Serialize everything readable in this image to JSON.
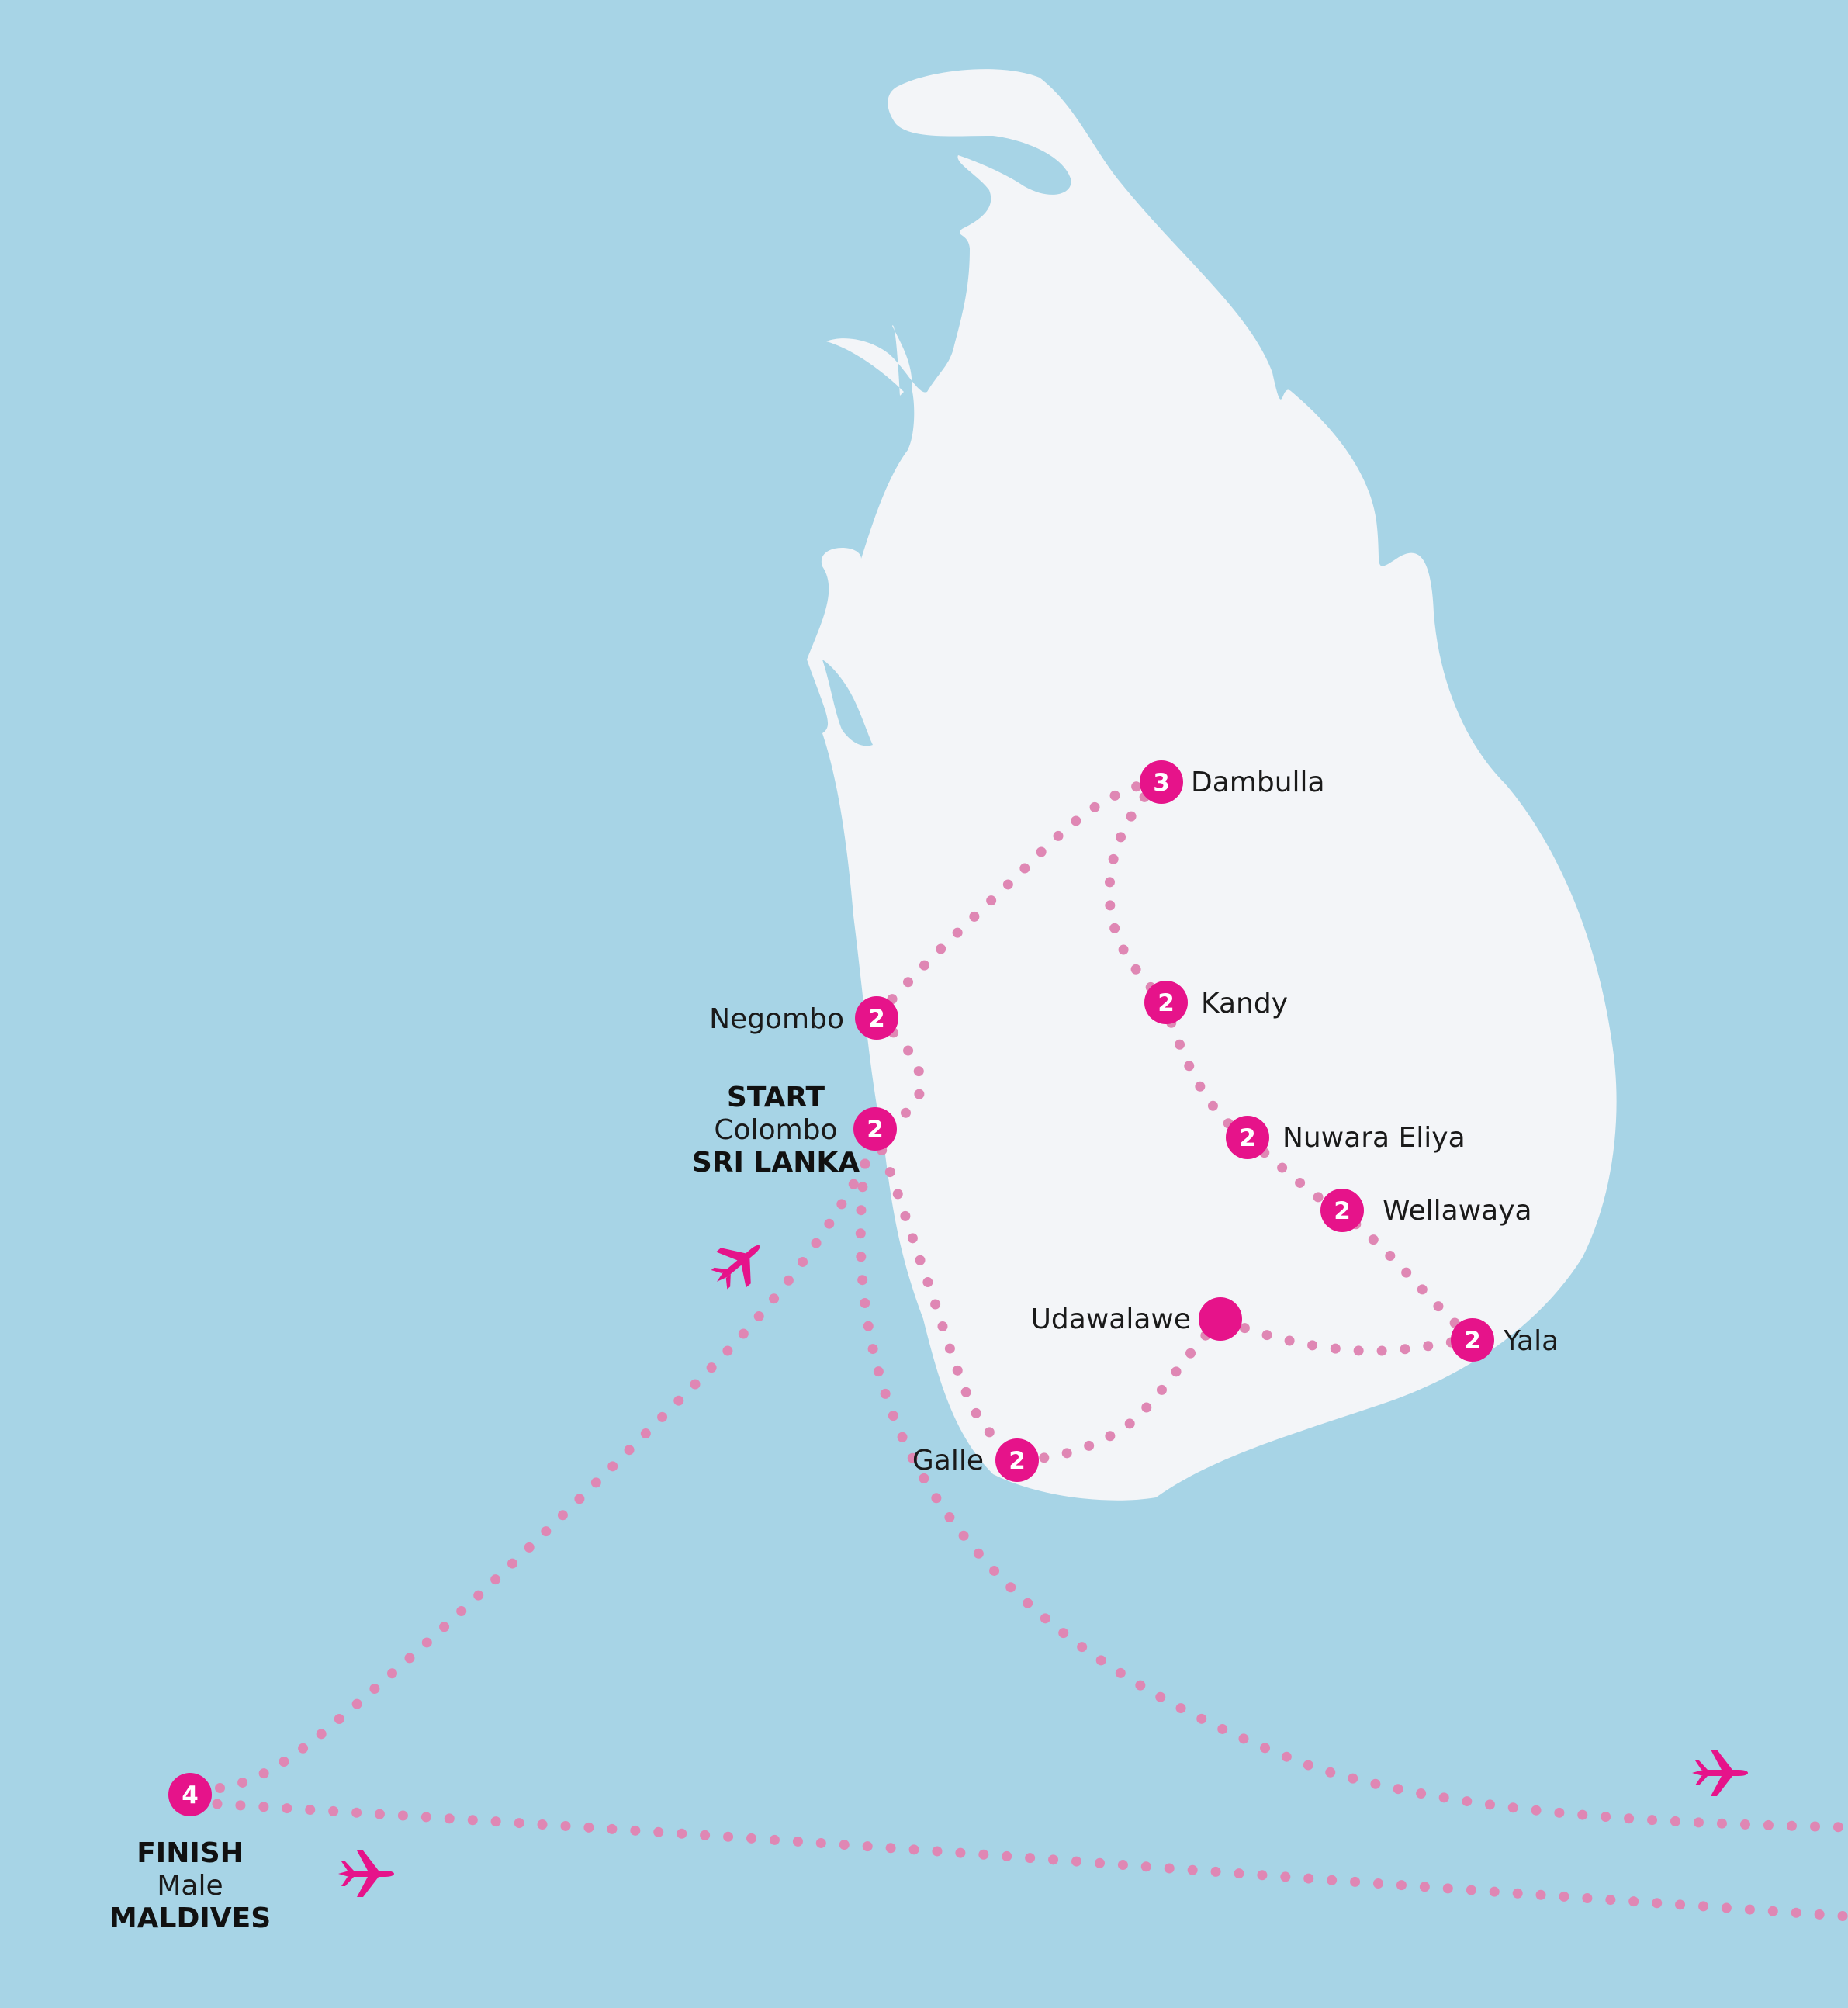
{
  "colors": {
    "sea": "#a7d4e6",
    "land": "#f3f5f8",
    "marker": "#e6138a",
    "route": "#df87b4",
    "plane": "#e6138a"
  },
  "stops": {
    "dambulla": {
      "name": "Dambulla",
      "nights": "3"
    },
    "negombo": {
      "name": "Negombo",
      "nights": "2"
    },
    "kandy": {
      "name": "Kandy",
      "nights": "2"
    },
    "colombo": {
      "start": "START",
      "name": "Colombo",
      "country": "SRI LANKA",
      "nights": "2"
    },
    "nuwara_eliya": {
      "name": "Nuwara Eliya",
      "nights": "2"
    },
    "wellawaya": {
      "name": "Wellawaya",
      "nights": "2"
    },
    "udawalawe": {
      "name": "Udawalawe"
    },
    "yala": {
      "name": "Yala",
      "nights": "2"
    },
    "galle": {
      "name": "Galle",
      "nights": "2"
    },
    "male": {
      "finish": "FINISH",
      "name": "Male",
      "country": "MALDIVES",
      "nights": "4"
    }
  },
  "icons": [
    "airplane-icon",
    "airplane-icon",
    "airplane-icon"
  ]
}
